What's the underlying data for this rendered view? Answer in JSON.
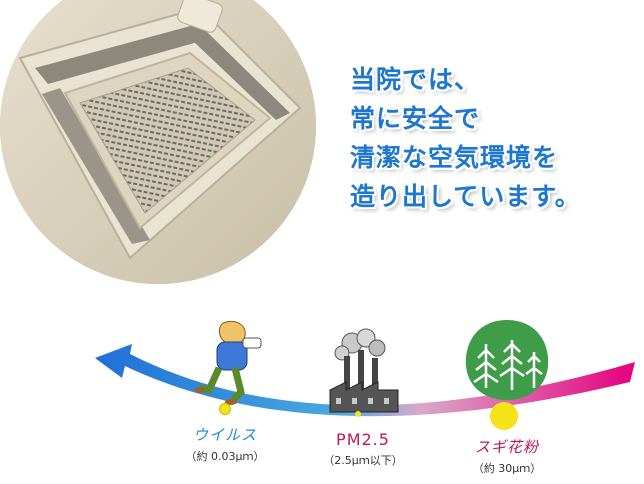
{
  "headline": {
    "lines": [
      "当院では、",
      "常に安全で",
      "清潔な空気環境を",
      "造り出しています。"
    ],
    "color": "#1d76cf"
  },
  "particles": [
    {
      "name": "ウイルス",
      "size": "（約 0.03μｍ）",
      "color": "#1e8ad6"
    },
    {
      "name": "PM2.5",
      "size": "（2.5μｍ以下）",
      "color": "#c2185b"
    },
    {
      "name": "スギ花粉",
      "size": "（約 30μｍ）",
      "color": "#c2185b"
    }
  ],
  "icons": {
    "photo": "ceiling-air-purifier-photo",
    "person": "sneezing-person-icon",
    "factory": "factory-smoke-icon",
    "trees": "cedar-trees-icon",
    "arrow": "size-gradient-arrow"
  },
  "colors": {
    "arrow_start": "#1e6fd6",
    "arrow_end": "#e6007e",
    "dot": "#f5e31a"
  }
}
